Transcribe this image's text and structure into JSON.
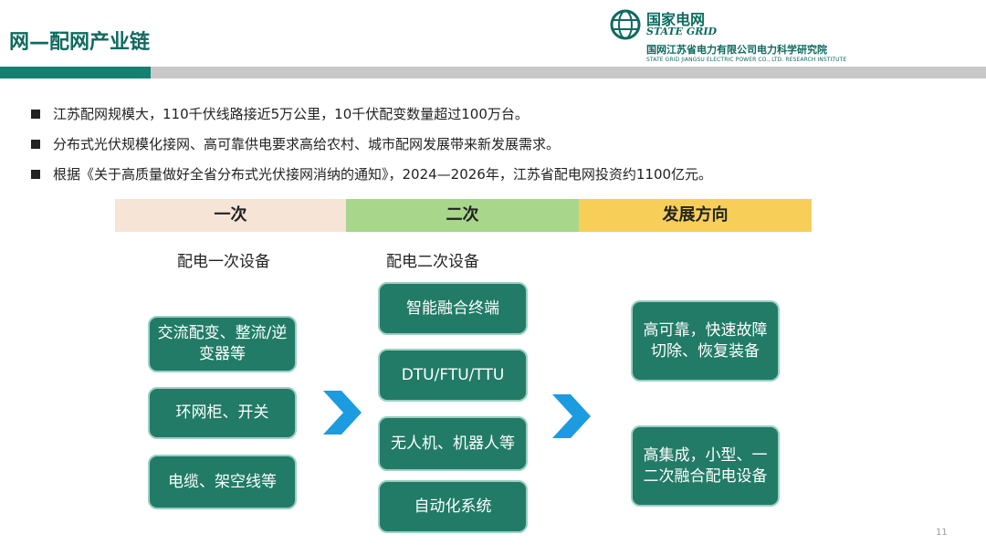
{
  "header": {
    "title": "网—配网产业链",
    "logo": {
      "name_cn": "国家电网",
      "name_en": "STATE GRID",
      "institute_cn": "国网江苏省电力有限公司电力科学研究院",
      "institute_en": "STATE GRID JIANGSU ELECTRIC POWER CO., LTD. RESEARCH INSTITUTE"
    }
  },
  "accent_colors": {
    "primary": "#15806f",
    "box": "#217b67",
    "gray_bar": "#c8c8c8"
  },
  "bullets": [
    "江苏配网规模大，110千伏线路接近5万公里，10千伏配变数量超过100万台。",
    "分布式光伏规模化接网、高可靠供电要求高给农村、城市配网发展带来新发展需求。",
    "根据《关于高质量做好全省分布式光伏接网消纳的通知》，2024—2026年，江苏省配电网投资约1100亿元。"
  ],
  "columns": {
    "primary": {
      "header": "一次",
      "subtitle": "配电一次设备",
      "items": [
        "交流配变、整流/逆变器等",
        "环网柜、开关",
        "电缆、架空线等"
      ]
    },
    "secondary": {
      "header": "二次",
      "subtitle": "配电二次设备",
      "items": [
        "智能融合终端",
        "DTU/FTU/TTU",
        "无人机、机器人等",
        "自动化系统"
      ]
    },
    "direction": {
      "header": "发展方向",
      "items": [
        "高可靠，快速故障切除、恢复装备",
        "高集成，小型、一二次融合配电设备"
      ]
    }
  },
  "page_number": "11"
}
